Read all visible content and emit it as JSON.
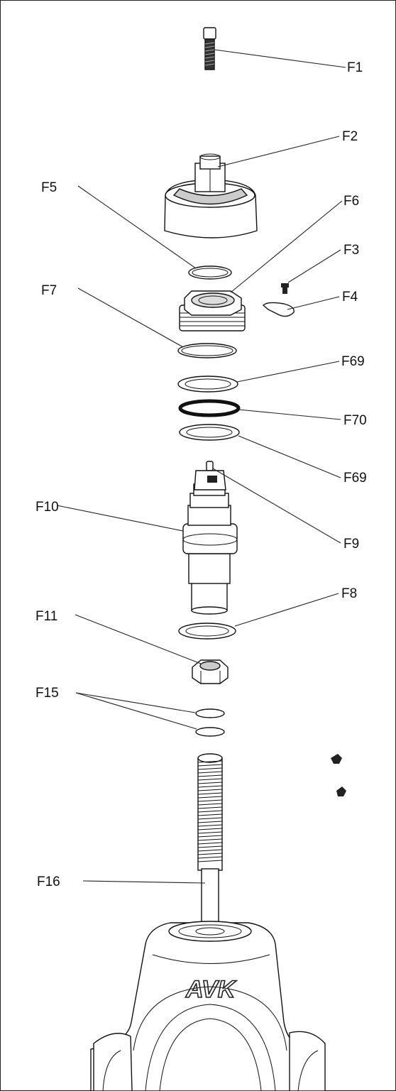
{
  "diagram": {
    "callouts": [
      {
        "id": "F1",
        "label": "F1"
      },
      {
        "id": "F2",
        "label": "F2"
      },
      {
        "id": "F5",
        "label": "F5"
      },
      {
        "id": "F6",
        "label": "F6"
      },
      {
        "id": "F3",
        "label": "F3"
      },
      {
        "id": "F7",
        "label": "F7"
      },
      {
        "id": "F4",
        "label": "F4"
      },
      {
        "id": "F69a",
        "label": "F69"
      },
      {
        "id": "F70",
        "label": "F70"
      },
      {
        "id": "F69b",
        "label": "F69"
      },
      {
        "id": "F10",
        "label": "F10"
      },
      {
        "id": "F9",
        "label": "F9"
      },
      {
        "id": "F8",
        "label": "F8"
      },
      {
        "id": "F11",
        "label": "F11"
      },
      {
        "id": "F15",
        "label": "F15"
      },
      {
        "id": "F16",
        "label": "F16"
      }
    ],
    "logo_text": "AVK"
  }
}
